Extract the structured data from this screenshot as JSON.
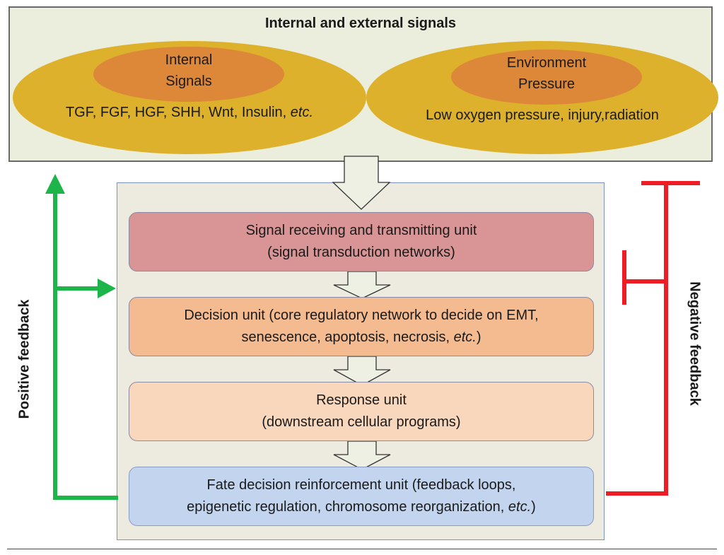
{
  "top": {
    "title": "Internal and external signals",
    "left": {
      "inner_line1": "Internal",
      "inner_line2": "Signals",
      "outer": "TGF, FGF, HGF, SHH, Wnt, Insulin, ",
      "outer_italic": "etc."
    },
    "right": {
      "inner_line1": "Environment",
      "inner_line2": "Pressure",
      "outer": "Low oxygen pressure, injury,radiation"
    }
  },
  "units": {
    "signal": {
      "line1": "Signal receiving and transmitting unit",
      "line2": "(signal transduction networks)"
    },
    "decision": {
      "line1": "Decision unit (core regulatory network to decide on EMT,",
      "line2": "senescence, apoptosis, necrosis, ",
      "line2_italic": "etc.",
      "line2_end": ")"
    },
    "response": {
      "line1": "Response unit",
      "line2": "(downstream cellular programs)"
    },
    "fate": {
      "line1": "Fate decision reinforcement unit (feedback loops,",
      "line2": "epigenetic regulation, chromosome reorganization, ",
      "line2_italic": "etc.",
      "line2_end": ")"
    }
  },
  "feedback": {
    "positive": "Positive feedback",
    "negative": "Negative feedback"
  },
  "colors": {
    "positive": "#1db54a",
    "negative": "#ee1c24",
    "outer_ellipse": "#ddb12b",
    "inner_ellipse": "#dd8838",
    "block_arrow_fill": "#eef0e4"
  }
}
